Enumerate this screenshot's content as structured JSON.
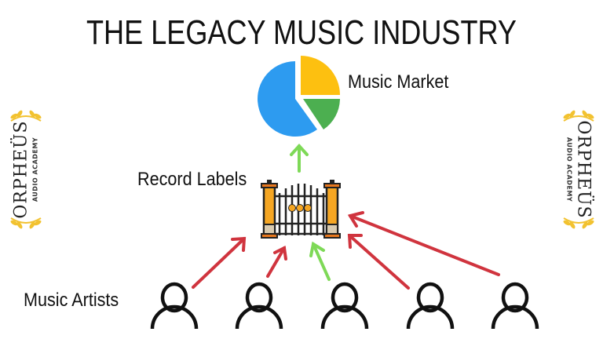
{
  "title": "THE LEGACY MUSIC INDUSTRY",
  "nodes": {
    "market": {
      "label": "Music Market",
      "icon": "pie-chart-icon"
    },
    "labels": {
      "label": "Record Labels",
      "icon": "gate-icon"
    },
    "artists": {
      "label": "Music Artists",
      "icon": "person-icon",
      "count": 5
    }
  },
  "pie": {
    "slices": [
      {
        "name": "yellow",
        "color": "#FDC010",
        "share": 0.25
      },
      {
        "name": "green",
        "color": "#4CAF50",
        "share": 0.15
      },
      {
        "name": "blue",
        "color": "#2D9BF0",
        "share": 0.6
      }
    ]
  },
  "arrows": {
    "accepted_color": "#7ED957",
    "rejected_color": "#D0343E",
    "labels_to_market": "accepted",
    "artists_to_labels": [
      "rejected",
      "rejected",
      "accepted",
      "rejected",
      "rejected"
    ]
  },
  "logo": {
    "main": "ORPHEÜS",
    "sub": "AUDIO ACADEMY",
    "accent_color": "#F2C230"
  }
}
